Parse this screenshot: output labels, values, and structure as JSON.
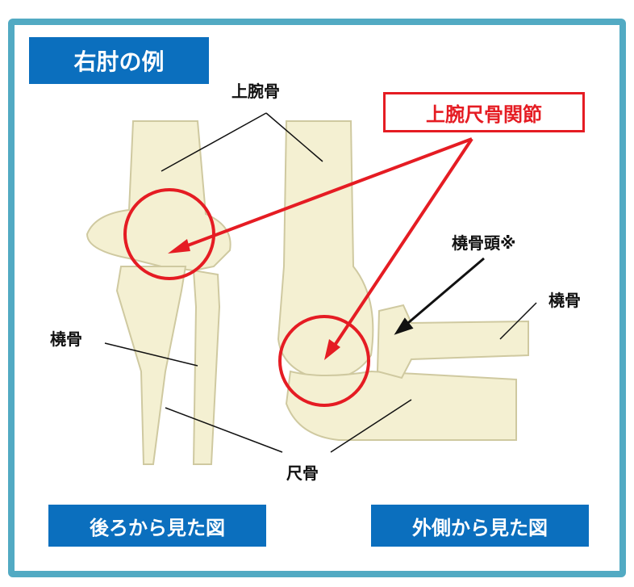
{
  "title": "右肘の例",
  "labels": {
    "humerus": "上腕骨",
    "radius_left": "橈骨",
    "ulna": "尺骨",
    "radial_head": "橈骨頭※",
    "radius_right": "橈骨",
    "joint": "上腕尺骨関節"
  },
  "captions": {
    "back_view": "後ろから見た図",
    "side_view": "外側から見た図"
  },
  "colors": {
    "frame": "#52aac3",
    "title_bg": "#0b6fbe",
    "highlight": "#e51c23",
    "bone": "#f4f0d2"
  }
}
